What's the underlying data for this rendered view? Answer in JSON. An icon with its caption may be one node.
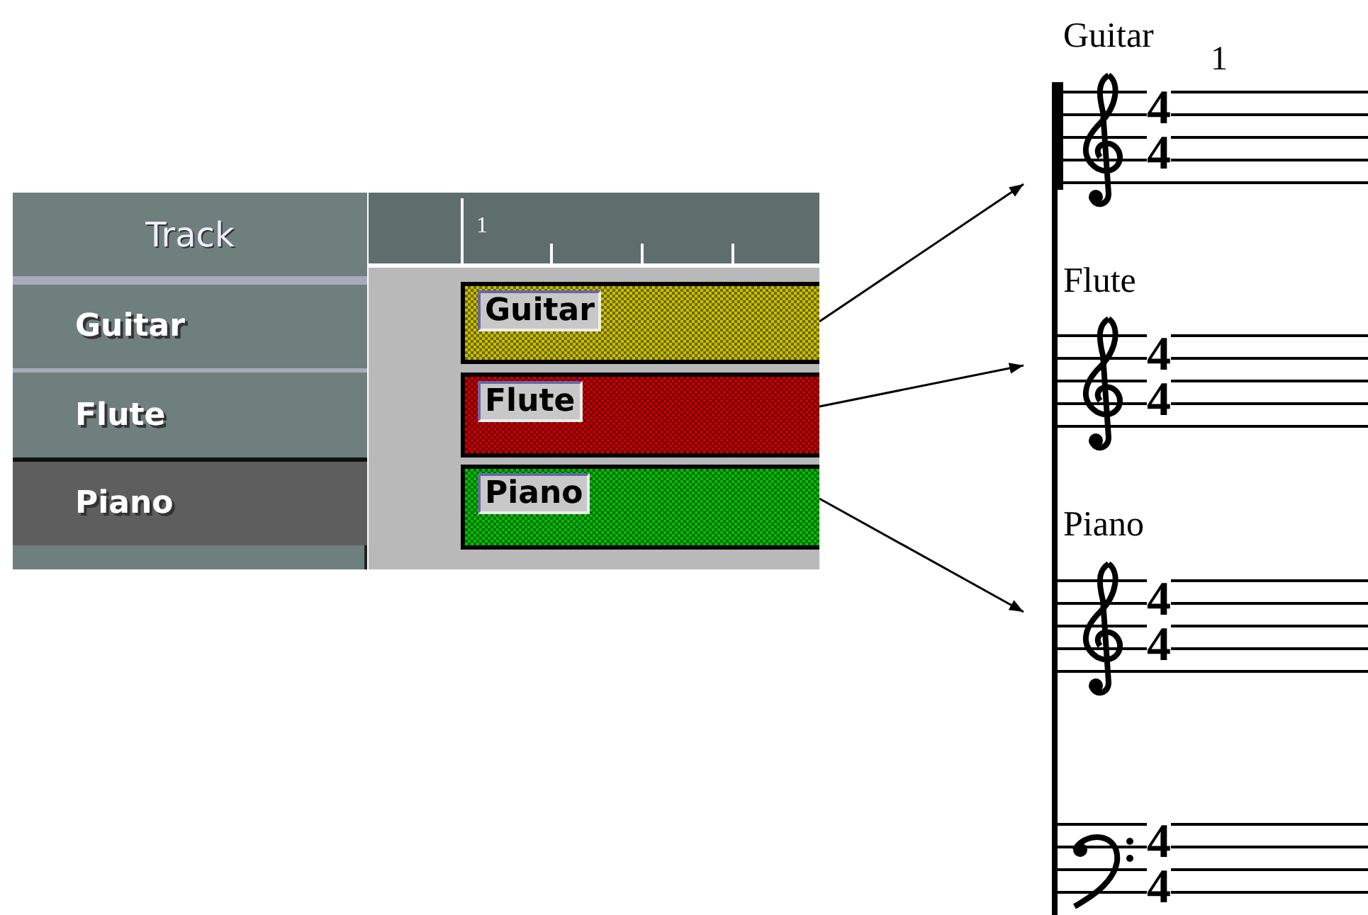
{
  "diagram": {
    "nodes": [
      {
        "text": [
          "Track"
        ]
      },
      {
        "text": [
          "Guitar"
        ]
      },
      {
        "text": [
          "Flute"
        ]
      },
      {
        "text": [
          "Piano"
        ]
      },
      {
        "text": [
          "Guitar"
        ]
      },
      {
        "text": [
          "Flute"
        ]
      },
      {
        "text": [
          "Piano"
        ]
      },
      {
        "text": [
          "Guitar"
        ]
      },
      {
        "text": [
          "Flute"
        ]
      },
      {
        "text": [
          "Piano"
        ]
      }
    ],
    "edges": [
      {
        "from": 4,
        "to": 7,
        "arrow": "to"
      },
      {
        "from": 5,
        "to": 8,
        "arrow": "to"
      },
      {
        "from": 6,
        "to": 9,
        "arrow": "to"
      }
    ],
    "labels": [
      "1",
      "1",
      "4",
      "4",
      "4",
      "4",
      "4",
      "4",
      "4",
      "4"
    ]
  }
}
